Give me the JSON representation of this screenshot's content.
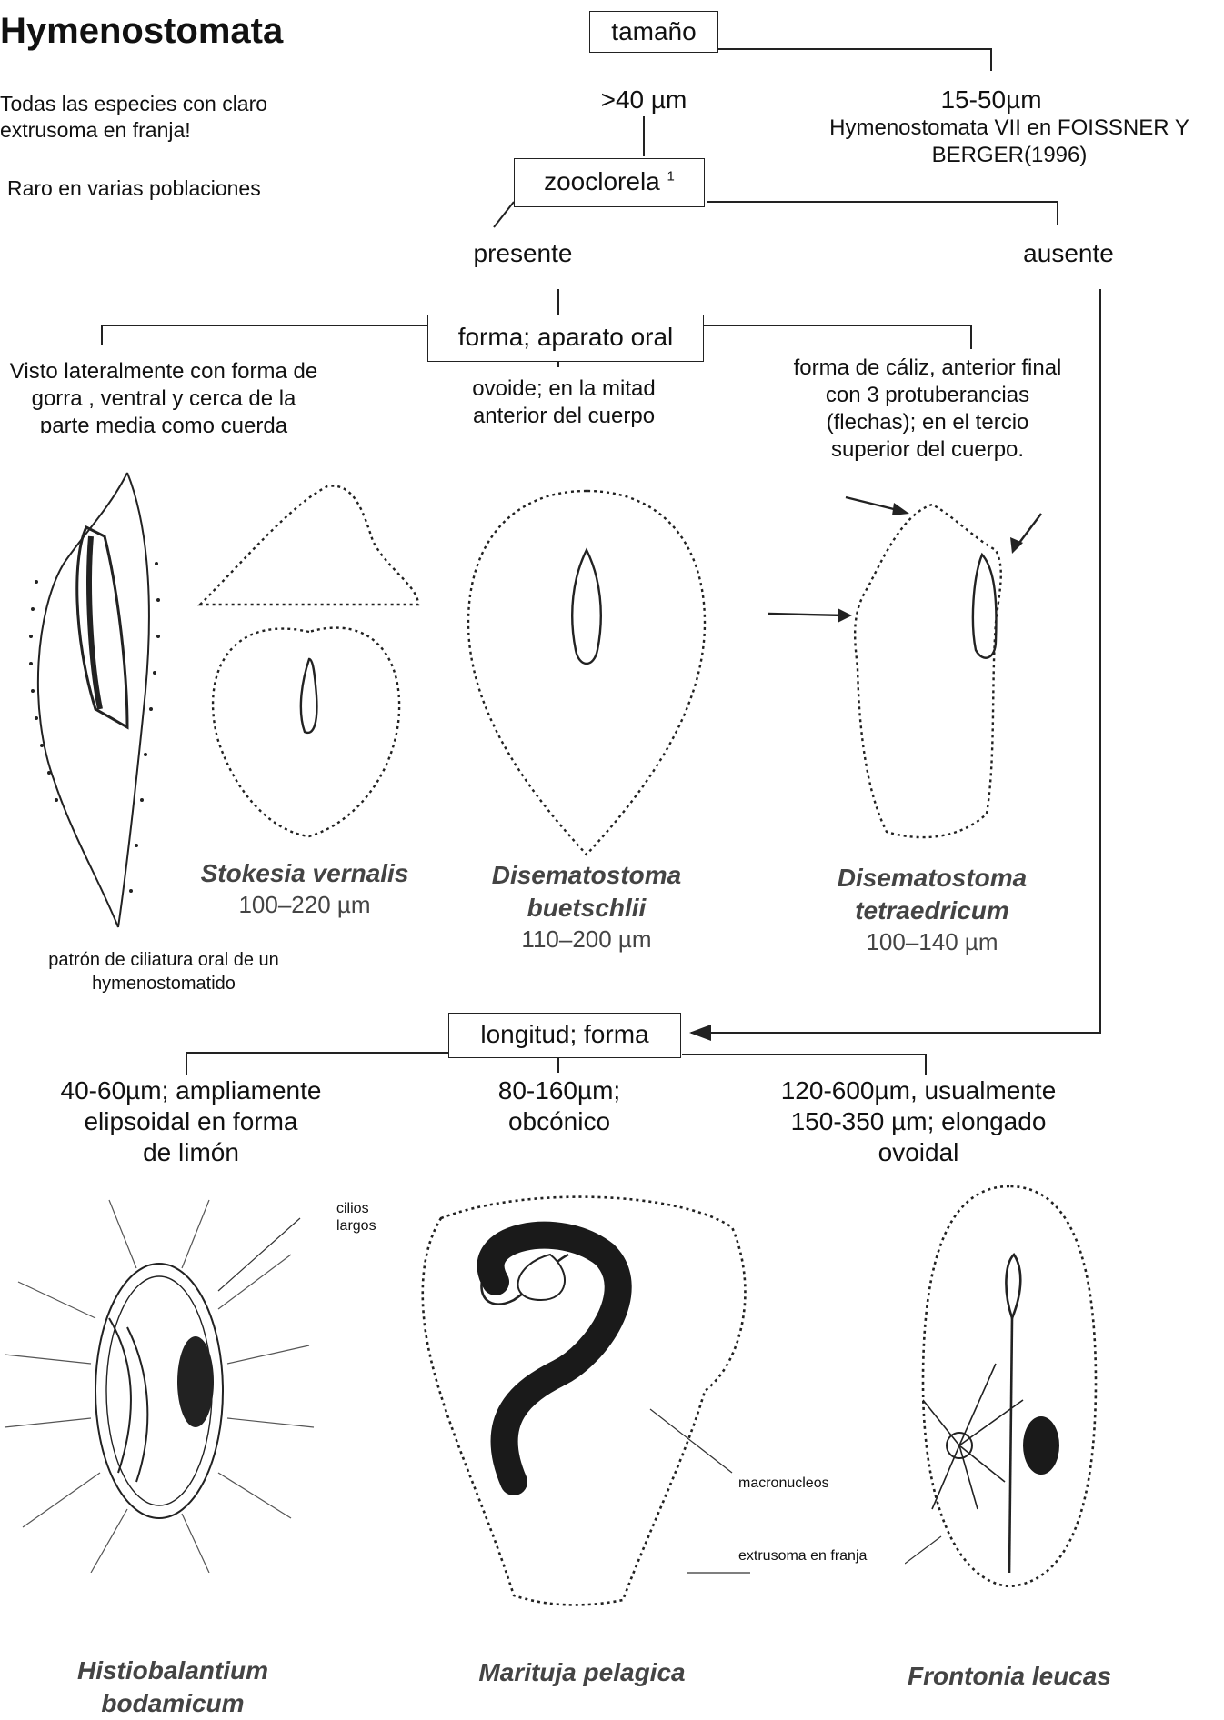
{
  "title": "Hymenostomata",
  "notes": {
    "line1": "Todas las especies con  claro",
    "line2": "extrusoma en franja!",
    "line3": "Raro en varias poblaciones"
  },
  "key": {
    "size_node": "tamaño",
    "size_left": ">40 µm",
    "size_right": "15-50µm",
    "size_right_ref1": "Hymenostomata VII  en FOISSNER Y",
    "size_right_ref2": "BERGER(1996)",
    "zoo_node": "zooclorela",
    "zoo_node_sup": "1",
    "zoo_left": "presente",
    "zoo_right": "ausente",
    "form_node": "forma; aparato oral",
    "form_a": [
      "Visto lateralmente con forma de",
      "gorra , ventral y cerca de la",
      "parte media como cuerda"
    ],
    "form_b": [
      "ovoide; en la mitad",
      "anterior del cuerpo"
    ],
    "form_c": [
      "forma de cáliz, anterior final",
      "con 3 protuberancias",
      "(flechas); en el  tercio",
      "superior del cuerpo."
    ],
    "len_node": "longitud; forma",
    "len_a": [
      "40-60µm; ampliamente",
      "elipsoidal en forma",
      "de limón"
    ],
    "len_b": [
      "80-160µm;",
      "obcónico"
    ],
    "len_c": [
      "120-600µm, usualmente",
      "150-350 µm; elongado",
      "ovoidal"
    ]
  },
  "captions": {
    "oral_pattern": [
      "patrón de ciliatura oral de un",
      "hymenostomatido"
    ],
    "cilios": [
      "cilios",
      "largos"
    ],
    "macronucleos": "macronucleos",
    "extrusoma": "extrusoma en franja"
  },
  "species": [
    {
      "name": "Stokesia vernalis",
      "size": "100–220 µm"
    },
    {
      "name": "Disematostoma",
      "name2": "buetschlii",
      "size": "110–200 µm"
    },
    {
      "name": "Disematostoma",
      "name2": "tetraedricum",
      "size": "100–140 µm"
    },
    {
      "name": "Histiobalantium",
      "name2": "bodamicum"
    },
    {
      "name": "Marituja pelagica"
    },
    {
      "name": "Frontonia leucas"
    }
  ]
}
